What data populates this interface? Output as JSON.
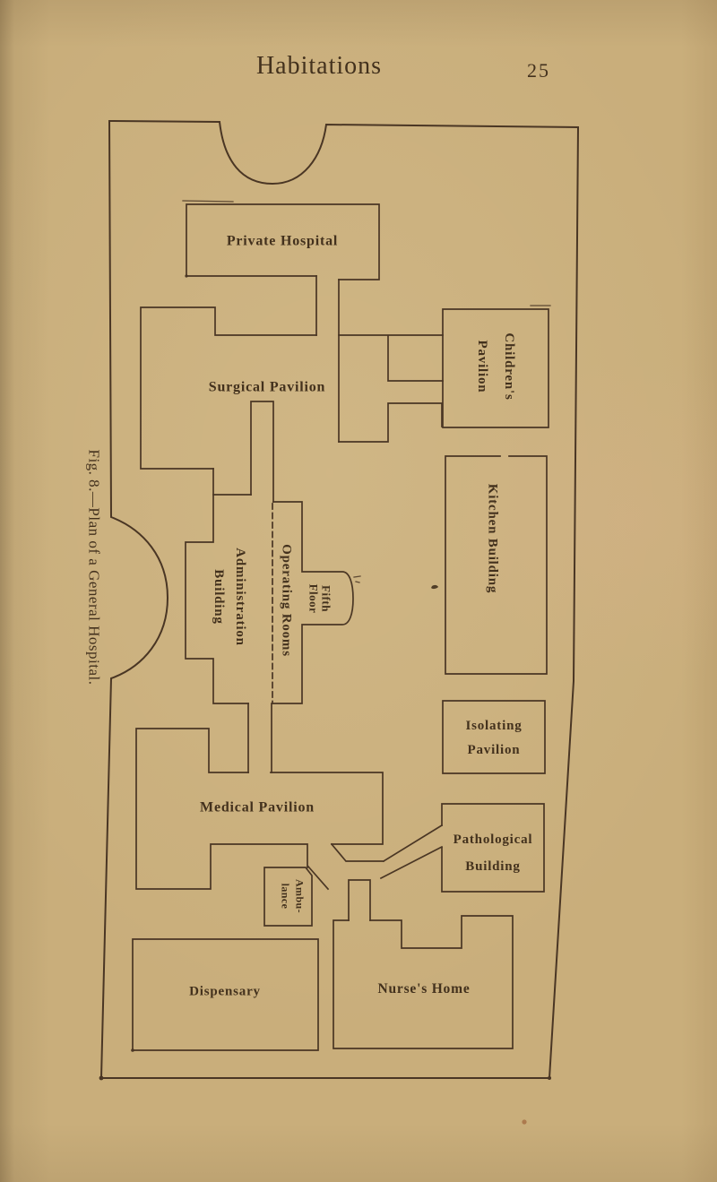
{
  "page": {
    "header": "Habitations",
    "page_number": "25"
  },
  "figure": {
    "caption": "Fig. 8.—Plan of a General Hospital.",
    "type": "architectural site plan",
    "buildings": [
      {
        "id": "private-hospital",
        "label": "Private Hospital",
        "orientation": "horizontal",
        "lines": [
          "Private Hospital"
        ]
      },
      {
        "id": "surgical-pavilion",
        "label": "Surgical Pavilion",
        "orientation": "horizontal",
        "lines": [
          "Surgical Pavilion"
        ]
      },
      {
        "id": "childrens-pavilion",
        "label": "Children's Pavilion",
        "orientation": "vertical",
        "lines": [
          "Children's",
          "Pavilion"
        ]
      },
      {
        "id": "administration-building",
        "label": "Administration Building",
        "orientation": "vertical",
        "lines": [
          "Administration",
          "Building"
        ]
      },
      {
        "id": "operating-rooms",
        "label": "Operating Rooms",
        "orientation": "vertical",
        "lines": [
          "Operating Rooms"
        ]
      },
      {
        "id": "fifth-floor",
        "label": "Fifth Floor",
        "orientation": "vertical",
        "lines": [
          "Fifth",
          "Floor"
        ]
      },
      {
        "id": "kitchen-building",
        "label": "Kitchen Building",
        "orientation": "vertical",
        "lines": [
          "Kitchen Building"
        ]
      },
      {
        "id": "isolating-pavilion",
        "label": "Isolating Pavilion",
        "orientation": "horizontal",
        "lines": [
          "Isolating",
          "Pavilion"
        ]
      },
      {
        "id": "medical-pavilion",
        "label": "Medical Pavilion",
        "orientation": "horizontal",
        "lines": [
          "Medical Pavilion"
        ]
      },
      {
        "id": "pathological-building",
        "label": "Pathological Building",
        "orientation": "horizontal",
        "lines": [
          "Pathological",
          "Building"
        ]
      },
      {
        "id": "ambulance",
        "label": "Ambu-lance",
        "orientation": "vertical",
        "lines": [
          "Ambu-",
          "lance"
        ]
      },
      {
        "id": "dispensary",
        "label": "Dispensary",
        "orientation": "horizontal",
        "lines": [
          "Dispensary"
        ]
      },
      {
        "id": "nurses-home",
        "label": "Nurse's Home",
        "orientation": "horizontal",
        "lines": [
          "Nurse's Home"
        ]
      }
    ]
  },
  "colors": {
    "paper": "#c9ae7b",
    "ink": "#43311d",
    "line": "#4a3624"
  }
}
